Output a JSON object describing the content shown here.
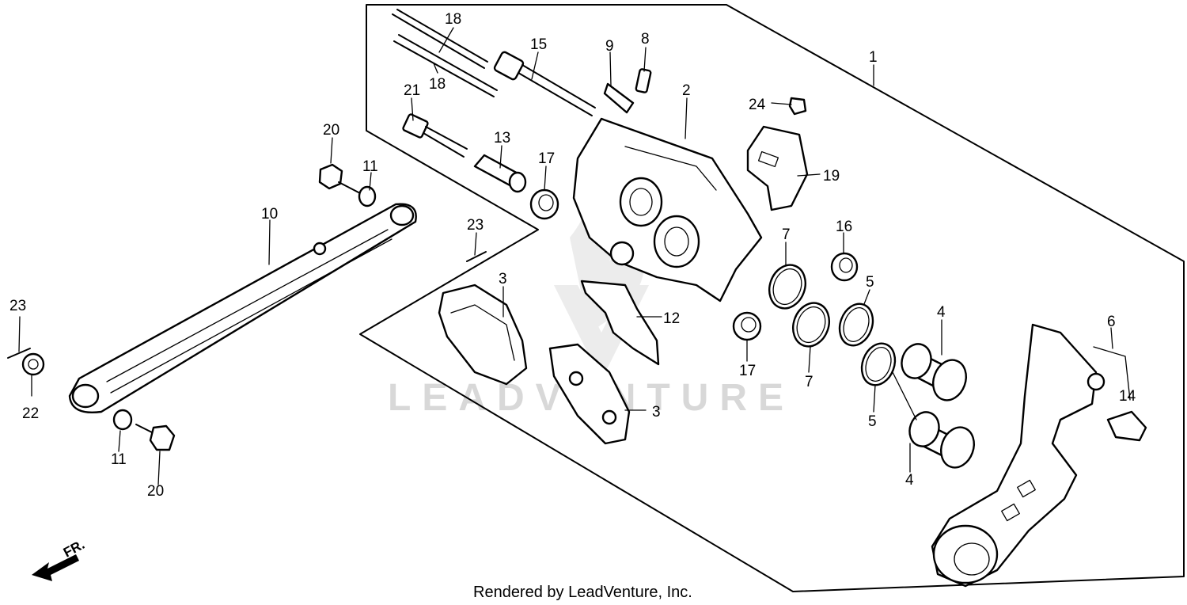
{
  "watermark": "LEADVENTURE",
  "footer": "Rendered by LeadVenture, Inc.",
  "front_marker": "FR.",
  "callouts": [
    "1",
    "2",
    "3",
    "3",
    "4",
    "4",
    "5",
    "5",
    "6",
    "7",
    "7",
    "8",
    "9",
    "10",
    "11",
    "11",
    "12",
    "13",
    "14",
    "15",
    "16",
    "17",
    "17",
    "18",
    "18",
    "19",
    "20",
    "20",
    "21",
    "22",
    "23",
    "23",
    "24"
  ]
}
